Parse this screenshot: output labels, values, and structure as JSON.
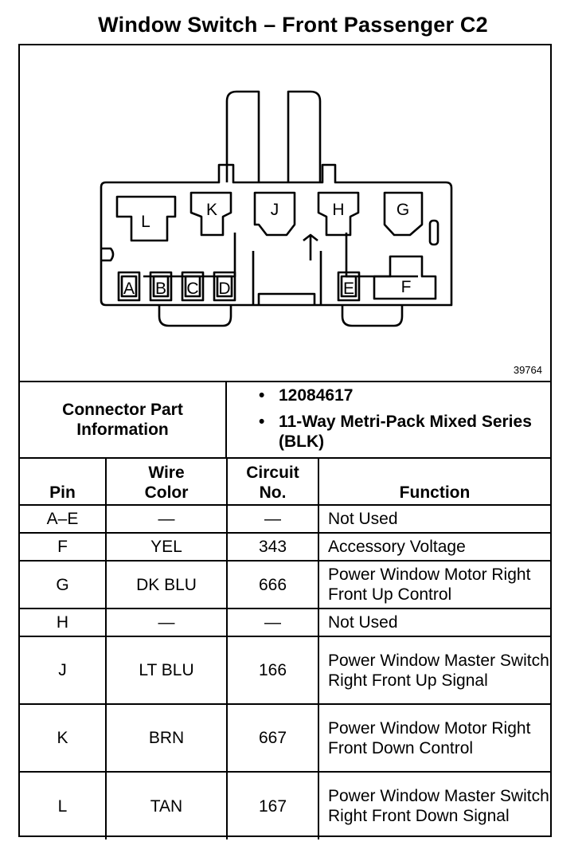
{
  "title": "Window Switch – Front Passenger C2",
  "diagram": {
    "figure_number": "39764",
    "pin_labels": [
      "L",
      "K",
      "J",
      "H",
      "G",
      "A",
      "B",
      "C",
      "D",
      "E",
      "F"
    ]
  },
  "connector_info": {
    "label_line1": "Connector Part",
    "label_line2": "Information",
    "bullet_symbol": "•",
    "part_number": "12084617",
    "description": "11-Way Metri-Pack Mixed Series (BLK)"
  },
  "table": {
    "headers": {
      "pin": "Pin",
      "wire_color_line1": "Wire",
      "wire_color_line2": "Color",
      "circuit_line1": "Circuit",
      "circuit_line2": "No.",
      "function": "Function"
    },
    "rows": [
      {
        "pin": "A–E",
        "wire_color": "—",
        "circuit": "—",
        "function": "Not Used"
      },
      {
        "pin": "F",
        "wire_color": "YEL",
        "circuit": "343",
        "function": "Accessory Voltage"
      },
      {
        "pin": "G",
        "wire_color": "DK BLU",
        "circuit": "666",
        "function": "Power Window Motor Right Front Up Control"
      },
      {
        "pin": "H",
        "wire_color": "—",
        "circuit": "—",
        "function": "Not Used"
      },
      {
        "pin": "J",
        "wire_color": "LT BLU",
        "circuit": "166",
        "function": "Power Window Master Switch Right Front Up Signal"
      },
      {
        "pin": "K",
        "wire_color": "BRN",
        "circuit": "667",
        "function": "Power Window Motor Right Front Down Control"
      },
      {
        "pin": "L",
        "wire_color": "TAN",
        "circuit": "167",
        "function": "Power Window Master Switch Right Front Down Signal"
      }
    ]
  }
}
